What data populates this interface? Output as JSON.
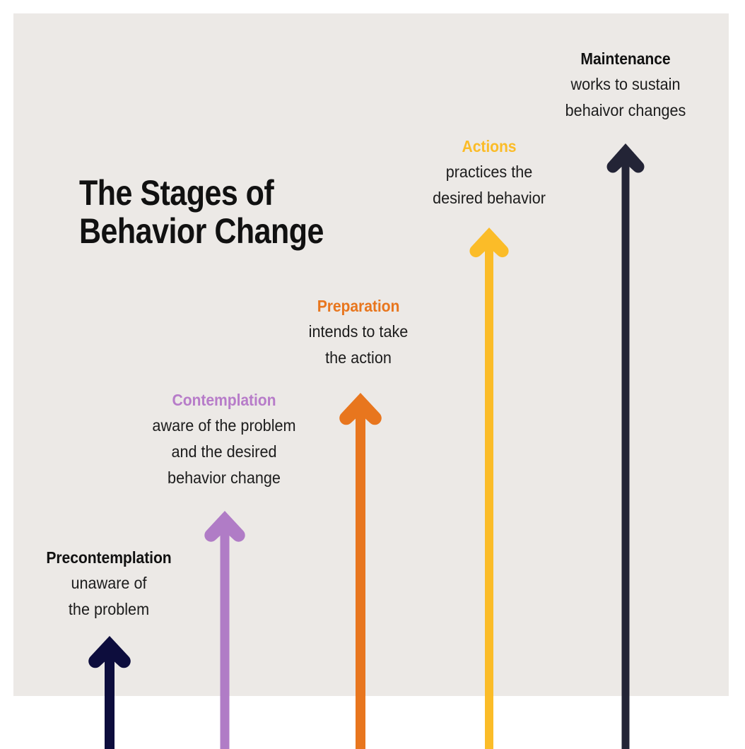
{
  "poster": {
    "title": "The Stages of\nBehavior Change",
    "background_color": "#ffffff",
    "panel_color": "#ece9e6",
    "body_text_color": "#1c1c1c"
  },
  "stages": [
    {
      "id": "precontemplation",
      "heading": "Precontemplation",
      "description": "unaware of\nthe problem",
      "heading_color": "#111111",
      "arrow_color": "#0d0d3d",
      "arrow_name": "up-arrow-icon",
      "order": 1
    },
    {
      "id": "contemplation",
      "heading": "Contemplation",
      "description": "aware of the problem\nand the desired\nbehavior change",
      "heading_color": "#b77cc9",
      "arrow_color": "#b07cc6",
      "arrow_name": "up-arrow-icon",
      "order": 2
    },
    {
      "id": "preparation",
      "heading": "Preparation",
      "description": "intends to take\nthe action",
      "heading_color": "#e8761e",
      "arrow_color": "#e8761e",
      "arrow_name": "up-arrow-icon",
      "order": 3
    },
    {
      "id": "actions",
      "heading": "Actions",
      "description": "practices the\ndesired behavior",
      "heading_color": "#fbbc28",
      "arrow_color": "#fbbc28",
      "arrow_name": "up-arrow-icon",
      "order": 4
    },
    {
      "id": "maintenance",
      "heading": "Maintenance",
      "description": "works to sustain\nbehaivor changes",
      "heading_color": "#111111",
      "arrow_color": "#232436",
      "arrow_name": "up-arrow-icon",
      "order": 5
    }
  ],
  "chart_data": {
    "type": "bar",
    "title": "The Stages of Behavior Change",
    "categories": [
      "Precontemplation",
      "Contemplation",
      "Preparation",
      "Actions",
      "Maintenance"
    ],
    "values": [
      1,
      2,
      3,
      4,
      5
    ],
    "value_meaning": "relative arrow height / progression step",
    "colors": [
      "#0d0d3d",
      "#b07cc6",
      "#e8761e",
      "#fbbc28",
      "#232436"
    ],
    "annotations": [
      "unaware of the problem",
      "aware of the problem and the desired behavior change",
      "intends to take the action",
      "practices the desired behavior",
      "works to sustain behaivor changes"
    ],
    "xlabel": "",
    "ylabel": "",
    "grid": false,
    "legend": "none"
  }
}
